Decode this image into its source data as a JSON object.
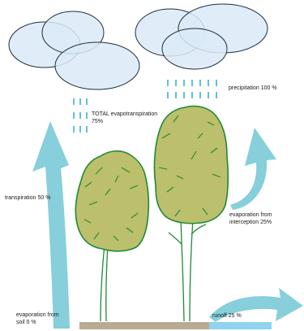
{
  "labels": {
    "precipitation": "precipitation 100 %",
    "total_evapotranspiration": "TOTAL evapotranspiration\n75%",
    "transpiration": "transpiration 50 %",
    "evaporation_interception": "evaporation from\ninterception 25%",
    "evaporation_soil": "evaporation from\nsoil 0  %",
    "runoff": "runoff 25 %"
  },
  "colors": {
    "cloud_fill": "#dbeaf7",
    "cloud_stroke": "#1c2e3c",
    "rain": "#62c0d6",
    "arrow": "#86cfdb",
    "canopy_fill": "#bcbf6b",
    "canopy_edge": "#1f8a37",
    "trunk_edge": "#1f8a37",
    "ground": "#b8ab93",
    "water": "#8fd3ee"
  }
}
